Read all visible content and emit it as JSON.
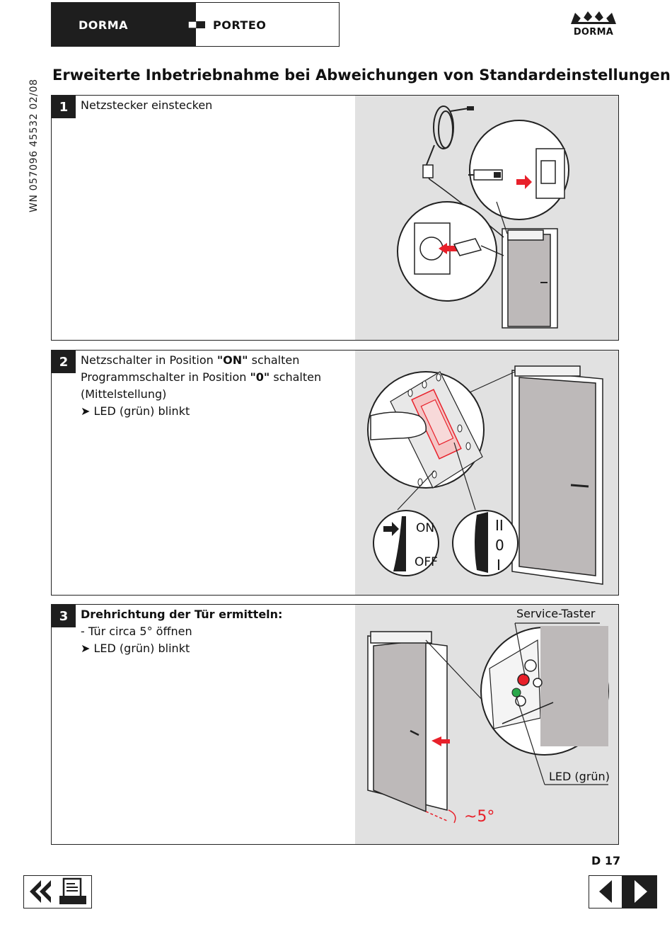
{
  "header": {
    "brand_tab": "DORMA",
    "product_tab": "PORTEO"
  },
  "logo": {
    "text": "DORMA"
  },
  "doc_number": "WN 057096 45532  02/08",
  "title": "Erweiterte Inbetriebnahme bei Abweichungen von Standardeinstellungen",
  "steps": [
    {
      "number": "1",
      "lines": [
        {
          "text": "Netzstecker einstecken"
        }
      ]
    },
    {
      "number": "2",
      "lines": [
        {
          "pre": "Netzschalter in Position ",
          "bold": "\"ON\"",
          "post": " schalten"
        },
        {
          "pre": "Programmschalter in Position ",
          "bold": "\"0\"",
          "post": " schalten"
        },
        {
          "text": "(Mittelstellung)"
        },
        {
          "text": "➤ LED (grün) blinkt"
        }
      ],
      "switch_labels": {
        "on": "ON",
        "off": "OFF",
        "pos2": "II",
        "pos0": "0",
        "pos1": "I"
      }
    },
    {
      "number": "3",
      "lines": [
        {
          "bold": "Drehrichtung der Tür ermitteln:"
        },
        {
          "text": "- Tür circa 5° öffnen"
        },
        {
          "text": "➤ LED (grün) blinkt"
        }
      ],
      "labels": {
        "service": "Service-Taster",
        "led": "LED (grün)",
        "angle": "~5°"
      }
    }
  ],
  "page_number": "D 17",
  "colors": {
    "dark": "#1e1e1e",
    "panel": "#e1e1e1",
    "accent_red": "#e8202a",
    "led_green": "#2aa84a"
  },
  "icons": [
    "double-chevron-left-icon",
    "print-icon",
    "triangle-left-icon",
    "triangle-right-icon"
  ]
}
